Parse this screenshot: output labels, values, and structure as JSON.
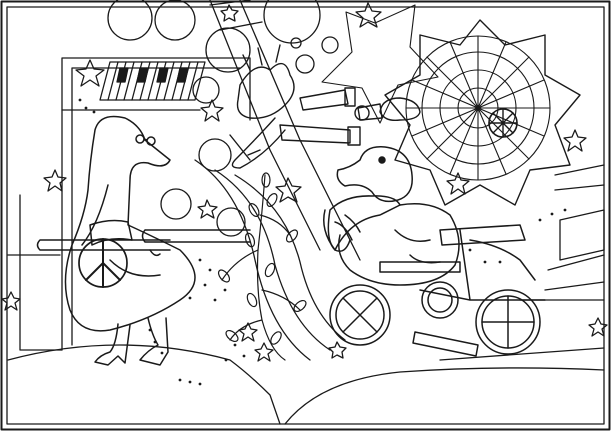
{
  "image": {
    "style": "black line-art coloring page",
    "colors": {
      "ink": "#1a1a1a",
      "paper": "#ffffff"
    },
    "subjects": [
      "goose-with-peace-pendant",
      "bird-with-spyglass",
      "duck-in-wheelchair",
      "spiderweb-dartboard",
      "pussy-willow-branch",
      "stars",
      "circles"
    ]
  }
}
